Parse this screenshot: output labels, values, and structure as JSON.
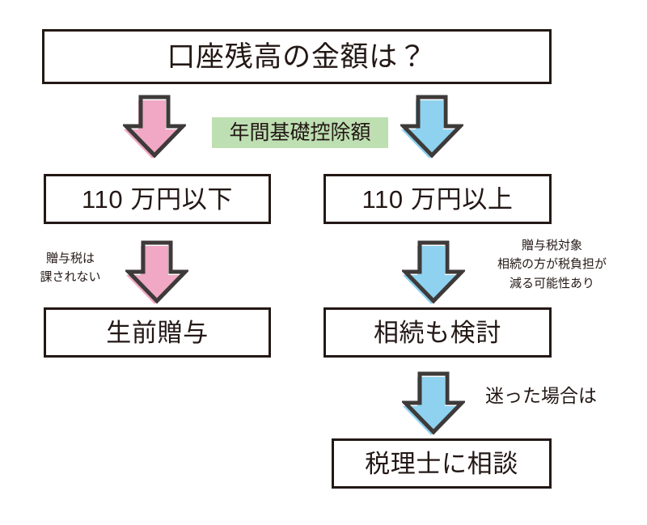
{
  "diagram": {
    "title_box": {
      "label": "口座残高の金額は？"
    },
    "branches": {
      "left": {
        "condition": "110 万円以下",
        "outcome": "生前贈与"
      },
      "right": {
        "condition": "110 万円以上",
        "outcome": "相続も検討"
      }
    },
    "final_box": {
      "label": "税理士に相談"
    },
    "highlight_label": {
      "text": "年間基礎控除額"
    },
    "notes": {
      "left_note": "贈与税は\n課されない",
      "left_note_line1": "贈与税は",
      "left_note_line2": "課されない",
      "right_note_line1": "贈与税対象",
      "right_note_line2": "相続の方が税負担が",
      "right_note_line3": "減る可能性あり",
      "bottom_note": "迷った場合は"
    },
    "arrows": [
      {
        "name": "arrow-title-to-le110",
        "color": "#f0a8c4",
        "direction": "down"
      },
      {
        "name": "arrow-title-to-ge110",
        "color": "#8ed2f0",
        "direction": "down"
      },
      {
        "name": "arrow-le110-to-gift",
        "color": "#f0a8c4",
        "direction": "down"
      },
      {
        "name": "arrow-ge110-to-inherit",
        "color": "#8ed2f0",
        "direction": "down"
      },
      {
        "name": "arrow-inherit-to-consult",
        "color": "#8ed2f0",
        "direction": "down"
      }
    ],
    "colors": {
      "ink": "#231815",
      "pink": "#f0a8c4",
      "blue": "#8ed2f0",
      "green_highlight": "#bedfb2",
      "background": "#ffffff"
    }
  }
}
